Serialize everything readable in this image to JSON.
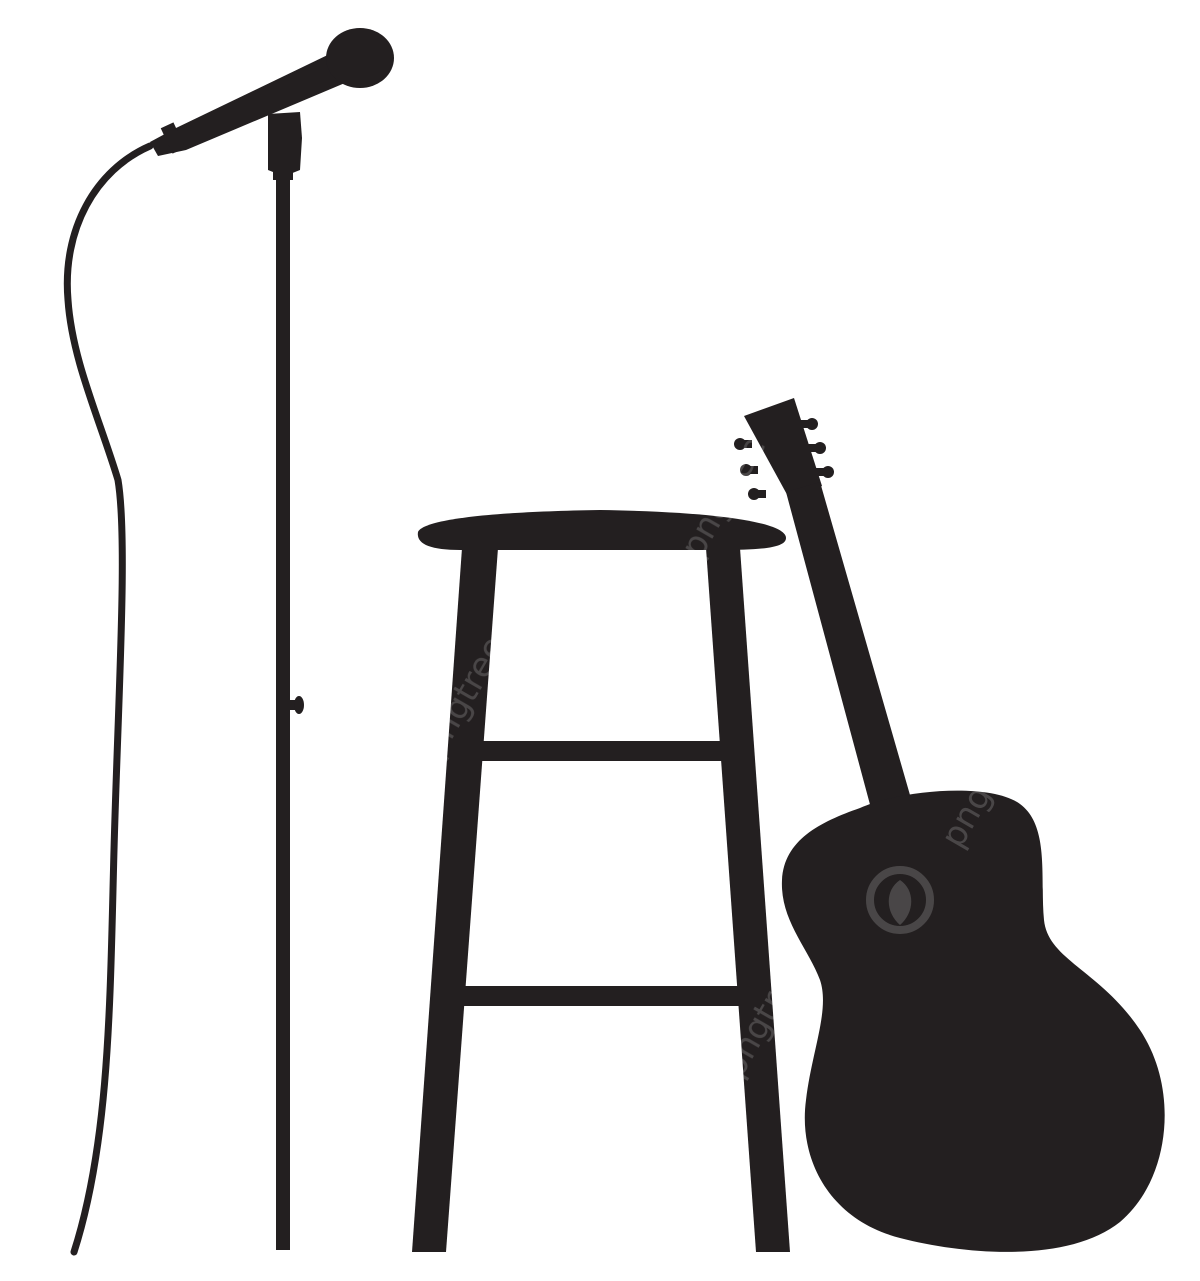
{
  "scene": {
    "background": "#ffffff",
    "silhouette_color": "#231f20",
    "watermark_color": "#ffffff",
    "objects": [
      "microphone-on-stand",
      "microphone-cable",
      "bar-stool",
      "acoustic-guitar"
    ]
  },
  "watermark": {
    "text": "pngtree",
    "icon": "pngtree-leaf-logo-icon"
  }
}
